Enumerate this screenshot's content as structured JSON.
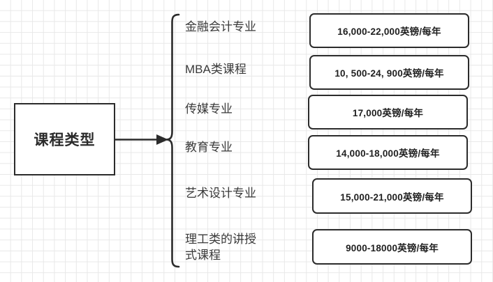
{
  "diagram": {
    "root": {
      "label": "课程类型"
    },
    "brace": {
      "icon": "curly-brace-right",
      "arrow_icon": "arrow-right"
    },
    "categories": [
      {
        "label": "金融会计专业",
        "price": "16,000-22,000英镑/每年"
      },
      {
        "label": "MBA类课程",
        "price": "10, 500-24, 900英镑/每年"
      },
      {
        "label": "传媒专业",
        "price": "17,000英镑/每年"
      },
      {
        "label": "教育专业",
        "price": "14,000-18,000英镑/每年"
      },
      {
        "label": "艺术设计专业",
        "price": "15,000-21,000英镑/每年"
      },
      {
        "label": "理工类的讲授\n式课程",
        "price": "9000-18000英镑/每年"
      }
    ],
    "colors": {
      "stroke": "#2b2b2b",
      "text": "#3a3a3a",
      "grid": "#e8e8e8",
      "background": "#ffffff"
    }
  }
}
